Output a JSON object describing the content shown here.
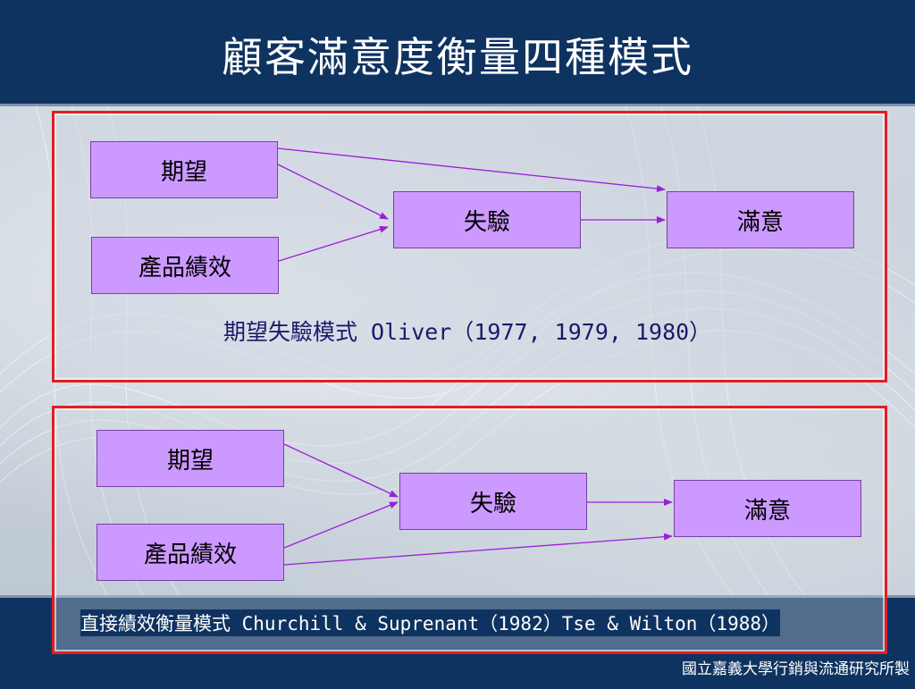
{
  "slide": {
    "title": "顧客滿意度衡量四種模式",
    "footer": "國立嘉義大學行銷與流通研究所製"
  },
  "model_1": {
    "nodes": {
      "expectation": "期望",
      "product_performance": "產品績效",
      "disconfirmation": "失驗",
      "satisfaction": "滿意"
    },
    "caption": "期望失驗模式 Oliver（1977, 1979, 1980）"
  },
  "model_2": {
    "nodes": {
      "expectation": "期望",
      "product_performance": "產品績效",
      "disconfirmation": "失驗",
      "satisfaction": "滿意"
    },
    "caption": "直接績效衡量模式 Churchill & Suprenant（1982）Tse & Wilton（1988）"
  },
  "colors": {
    "band": "#0f3360",
    "panel_border": "#e41d25",
    "node_fill": "#cc99ff",
    "arrow": "#9a1fd6"
  }
}
